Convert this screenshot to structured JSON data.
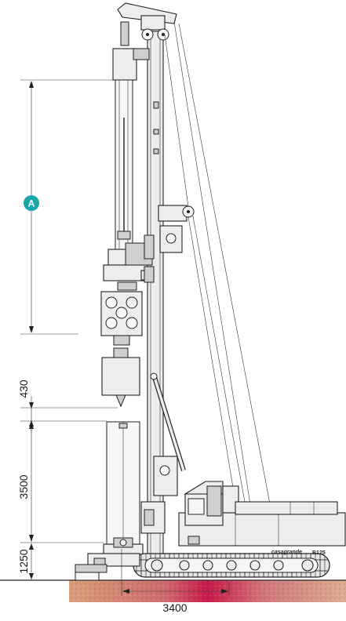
{
  "dimensions": {
    "marker": "A",
    "d430": "430",
    "d3500": "3500",
    "d1250": "1250",
    "d3400": "3400"
  },
  "machine": {
    "brand": "casagrande",
    "model": "B125"
  },
  "colors": {
    "marker": "#1aa6a8",
    "ground_red": "#c9184a",
    "ground_tan": "#d9a079",
    "line": "#222222",
    "fill": "#ededed"
  }
}
